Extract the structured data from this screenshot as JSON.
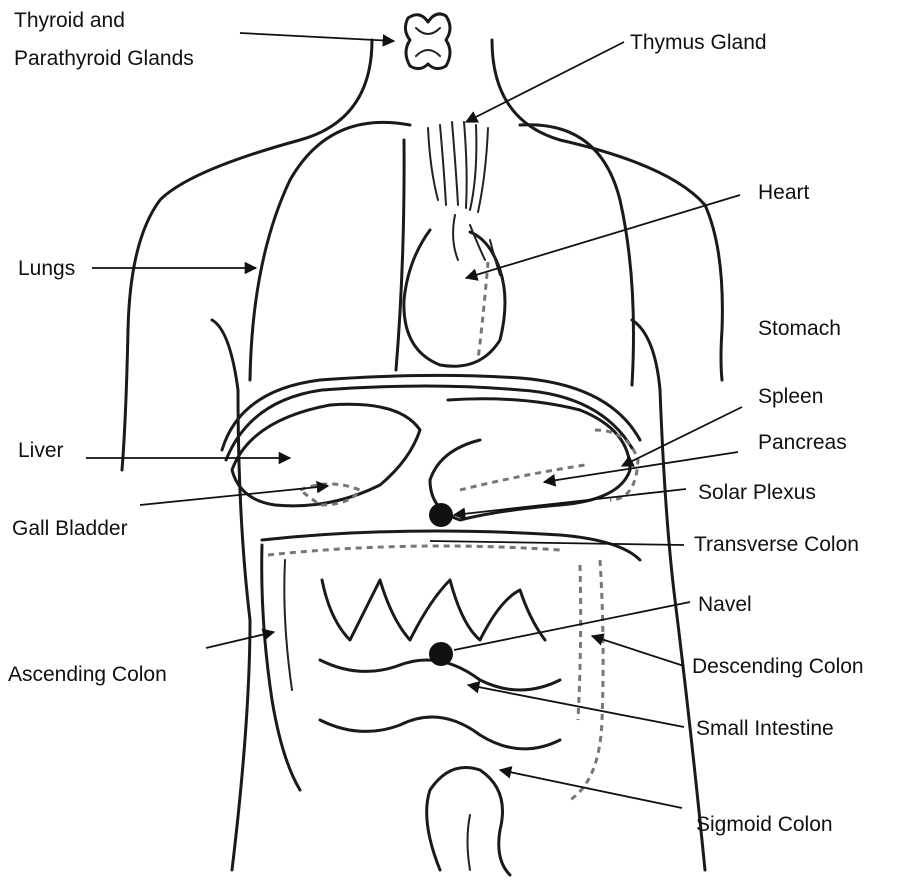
{
  "labels": {
    "thyroid_line1": "Thyroid and",
    "thyroid_line2": "Parathyroid Glands",
    "thymus": "Thymus Gland",
    "heart": "Heart",
    "lungs": "Lungs",
    "stomach": "Stomach",
    "spleen": "Spleen",
    "liver": "Liver",
    "pancreas": "Pancreas",
    "solar_plexus": "Solar Plexus",
    "gall_bladder": "Gall Bladder",
    "transverse_colon": "Transverse Colon",
    "navel": "Navel",
    "ascending_colon": "Ascending Colon",
    "descending_colon": "Descending Colon",
    "small_intestine": "Small Intestine",
    "sigmoid_colon": "Sigmoid Colon"
  }
}
